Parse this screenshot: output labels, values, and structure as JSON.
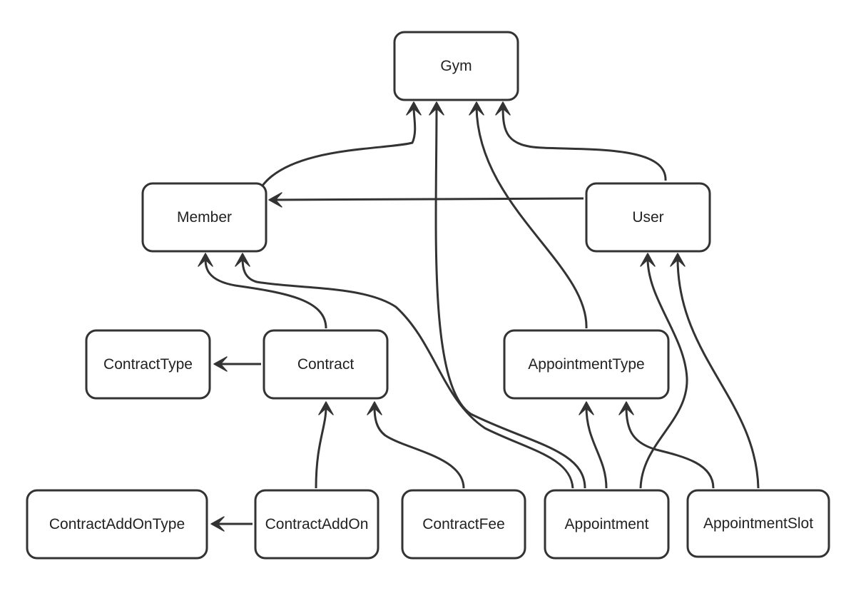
{
  "diagram": {
    "type": "entity-relationship",
    "nodes": [
      {
        "id": "gym",
        "label": "Gym"
      },
      {
        "id": "member",
        "label": "Member"
      },
      {
        "id": "user",
        "label": "User"
      },
      {
        "id": "contract-type",
        "label": "ContractType"
      },
      {
        "id": "contract",
        "label": "Contract"
      },
      {
        "id": "appointment-type",
        "label": "AppointmentType"
      },
      {
        "id": "contract-add-on-type",
        "label": "ContractAddOnType"
      },
      {
        "id": "contract-add-on",
        "label": "ContractAddOn"
      },
      {
        "id": "contract-fee",
        "label": "ContractFee"
      },
      {
        "id": "appointment",
        "label": "Appointment"
      },
      {
        "id": "appointment-slot",
        "label": "AppointmentSlot"
      }
    ],
    "edges": [
      {
        "from": "member",
        "to": "gym"
      },
      {
        "from": "user",
        "to": "gym"
      },
      {
        "from": "user",
        "to": "member"
      },
      {
        "from": "contract",
        "to": "member"
      },
      {
        "from": "contract",
        "to": "contract-type"
      },
      {
        "from": "appointment-type",
        "to": "gym"
      },
      {
        "from": "contract-add-on",
        "to": "contract"
      },
      {
        "from": "contract-add-on",
        "to": "contract-add-on-type"
      },
      {
        "from": "contract-fee",
        "to": "contract"
      },
      {
        "from": "appointment",
        "to": "member"
      },
      {
        "from": "appointment",
        "to": "gym"
      },
      {
        "from": "appointment",
        "to": "appointment-type"
      },
      {
        "from": "appointment",
        "to": "user"
      },
      {
        "from": "appointment-slot",
        "to": "appointment-type"
      },
      {
        "from": "appointment-slot",
        "to": "user"
      }
    ],
    "colors": {
      "line": "#333333",
      "box_fill": "#ffffff",
      "text": "#222222",
      "background": "#ffffff"
    }
  }
}
